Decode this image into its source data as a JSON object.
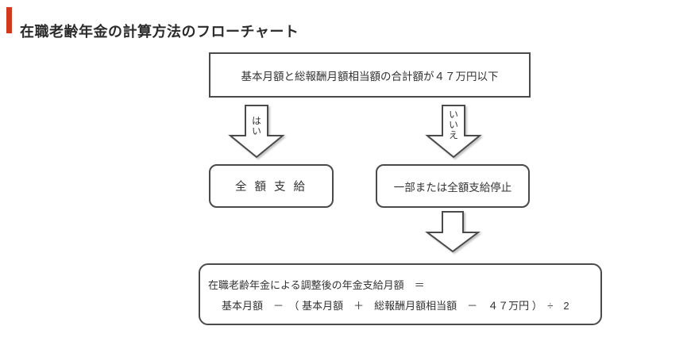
{
  "page": {
    "title": "在職老齢年金の計算方法のフローチャート"
  },
  "colors": {
    "accent_red": "#d23a1e",
    "line_gray": "#4a4a4a",
    "text_dark": "#2e2e2e",
    "background": "#ffffff"
  },
  "flowchart": {
    "condition_box": "基本月額と総報酬月額相当額の合計額が４７万円以下",
    "branch_yes_label": "はい",
    "branch_no_label": "いいえ",
    "result_full_payment": "全 額 支 給",
    "result_suspension": "一部または全額支給停止",
    "formula_line1": "在職老齢年金による調整後の年金支給月額　＝",
    "formula_line2": "基本月額　－　（ 基本月額　＋　総報酬月額相当額　－　４７万円 ）　÷　2"
  }
}
